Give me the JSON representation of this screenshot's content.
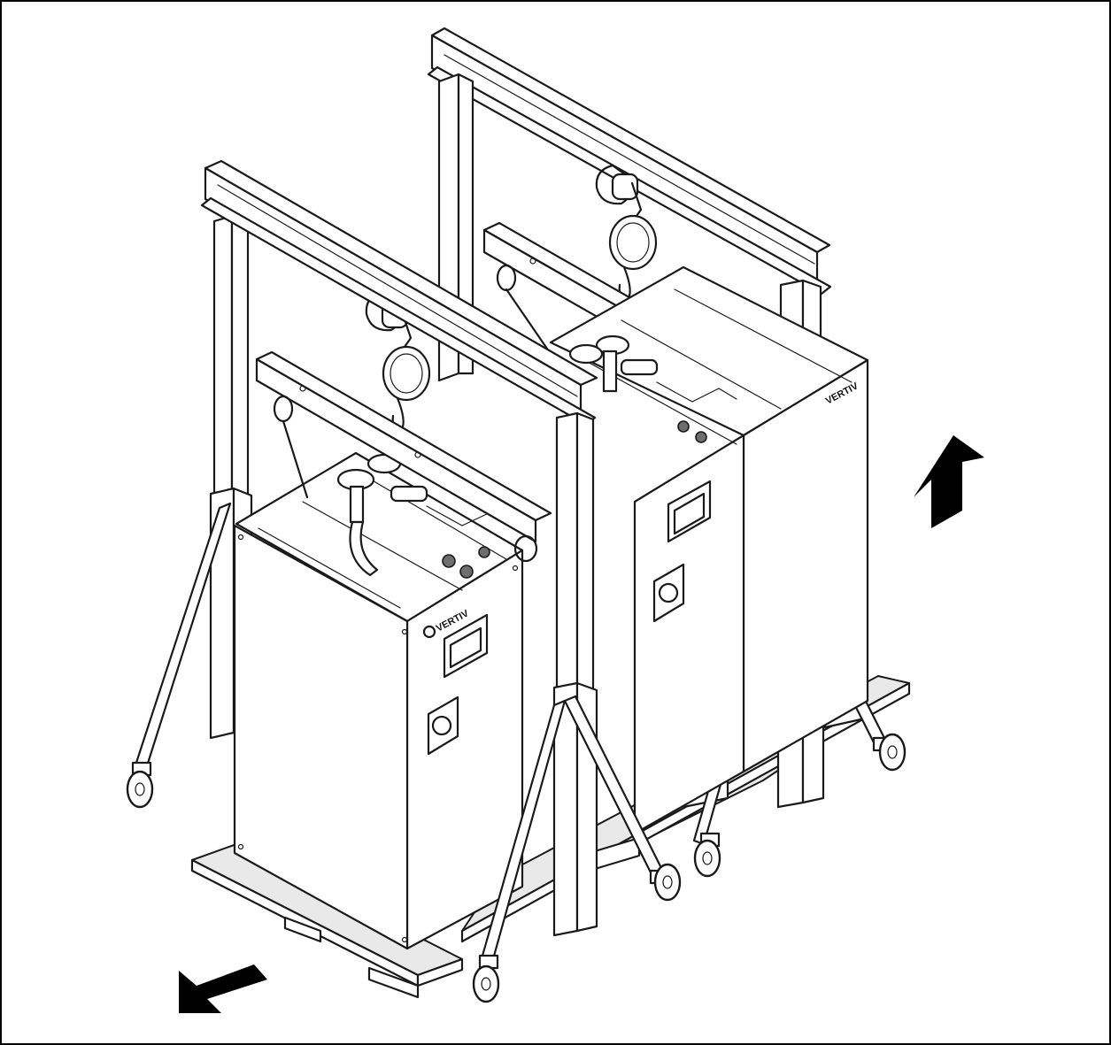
{
  "units": {
    "front": {
      "brand_text": "VERTIV"
    },
    "rear": {
      "brand_text": "VERTIV"
    }
  },
  "arrows": {
    "front_left": {
      "direction": "down-left",
      "color": "#000000"
    },
    "right_up": {
      "direction": "up-right",
      "color": "#000000"
    }
  }
}
